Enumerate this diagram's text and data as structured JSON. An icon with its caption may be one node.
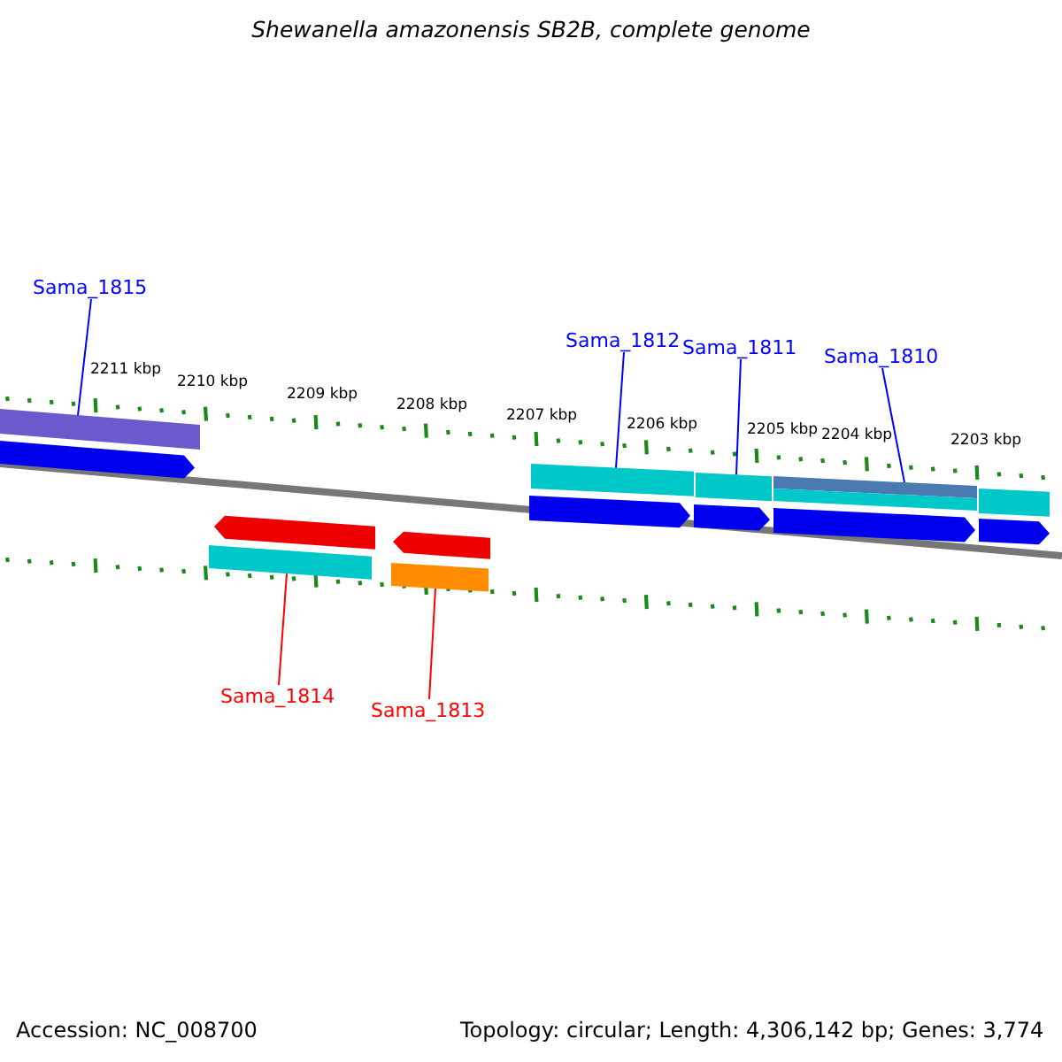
{
  "diagram": {
    "title": "Shewanella amazonensis SB2B, complete genome",
    "nodes": [
      {
        "text": [
          "Sama_1815"
        ]
      },
      {
        "text": [
          "Sama_1812"
        ]
      },
      {
        "text": [
          "Sama_1811"
        ]
      },
      {
        "text": [
          "Sama_1810"
        ]
      },
      {
        "text": [
          "Sama_1814"
        ]
      },
      {
        "text": [
          "Sama_1813"
        ]
      },
      {
        "text": [],
        "shape": "bar"
      },
      {
        "text": [],
        "shape": "pentagon"
      },
      {
        "text": [],
        "shape": "pentagon"
      },
      {
        "text": [],
        "shape": "bar"
      },
      {
        "text": [],
        "shape": "pentagon"
      },
      {
        "text": [],
        "shape": "bar"
      },
      {
        "text": [],
        "shape": "bar"
      },
      {
        "text": [],
        "shape": "pentagon"
      },
      {
        "text": [],
        "shape": "bar"
      },
      {
        "text": [],
        "shape": "pentagon"
      },
      {
        "text": [],
        "shape": "bar"
      },
      {
        "text": [],
        "shape": "pentagon"
      },
      {
        "text": [],
        "shape": "bar"
      },
      {
        "text": [],
        "shape": "pentagon"
      }
    ],
    "edges": [
      {
        "from": 0,
        "to": 6,
        "arrow": "none"
      },
      {
        "from": 1,
        "to": 12,
        "arrow": "none"
      },
      {
        "from": 2,
        "to": 14,
        "arrow": "none"
      },
      {
        "from": 3,
        "to": 16,
        "arrow": "none"
      },
      {
        "from": 4,
        "to": 9,
        "arrow": "none",
        "color": "#ff0000"
      },
      {
        "from": 5,
        "to": 11,
        "arrow": "none",
        "color": "#ff0000"
      }
    ],
    "labels": [
      "2211 kbp",
      "2210 kbp",
      "2209 kbp",
      "2208 kbp",
      "2207 kbp",
      "2206 kbp",
      "2205 kbp",
      "2204 kbp",
      "2203 kbp",
      "Accession: NC_008700",
      "Topology: circular; Length: 4,306,142 bp; Genes: 3,774"
    ]
  }
}
